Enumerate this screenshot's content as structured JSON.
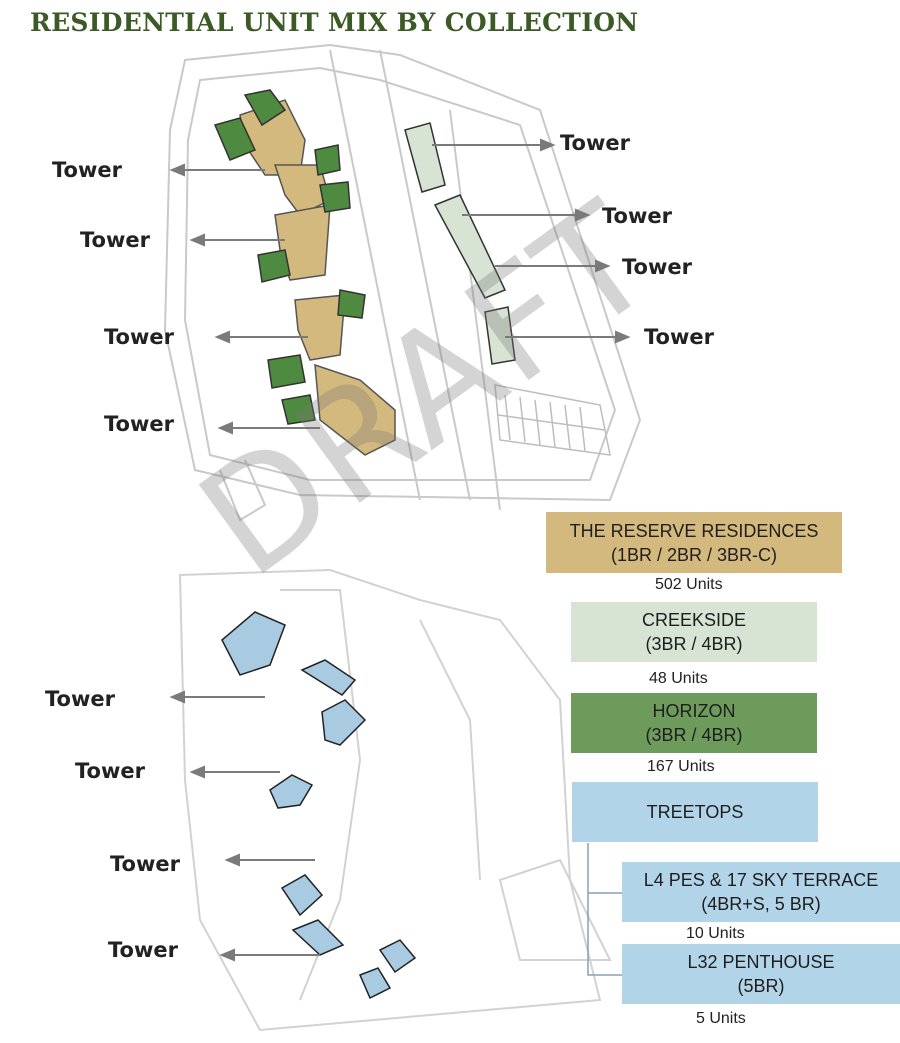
{
  "title": "RESIDENTIAL UNIT MIX BY COLLECTION",
  "watermark": "DRAFT",
  "tower_label": "Tower",
  "legend": {
    "reserve": {
      "name": "THE RESERVE RESIDENCES",
      "types": "(1BR / 2BR / 3BR-C)",
      "units": "502 Units",
      "color": "#d4b97e"
    },
    "creekside": {
      "name": "CREEKSIDE",
      "types": "(3BR / 4BR)",
      "units": "48 Units",
      "color": "#d7e4d4"
    },
    "horizon": {
      "name": "HORIZON",
      "types": "(3BR / 4BR)",
      "units": "167 Units",
      "color": "#6d9b5c"
    },
    "treetops": {
      "name": "TREETOPS",
      "color": "#b2d4e8",
      "sky": {
        "name": "L4 PES & 17 SKY TERRACE",
        "types": "(4BR+S, 5 BR)",
        "units": "10 Units"
      },
      "penthouse": {
        "name": "L32 PENTHOUSE",
        "types": "(5BR)",
        "units": "5 Units"
      }
    }
  }
}
